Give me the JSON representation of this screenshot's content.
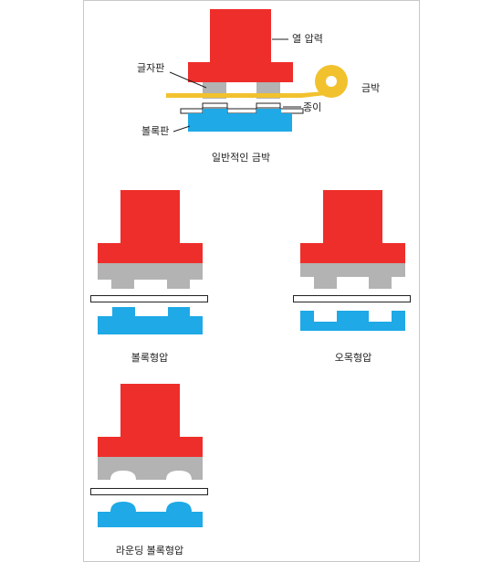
{
  "labels": {
    "heat_pressure": "열 압력",
    "letter_plate": "글자판",
    "foil": "금박",
    "paper": "종이",
    "block_plate": "볼록판"
  },
  "captions": {
    "general_foil": "일반적인 금박",
    "emboss": "볼록형압",
    "deboss": "오목형압",
    "rounded_emboss": "라운딩 볼록형압"
  },
  "colors": {
    "heat_press": "#ee2e2a",
    "metal_die": "#b3b3b3",
    "foil": "#f2c12e",
    "counter_plate": "#1fa9e6",
    "paper": "#ffffff",
    "outline": "#222222",
    "frame": "#c8c8c8"
  }
}
